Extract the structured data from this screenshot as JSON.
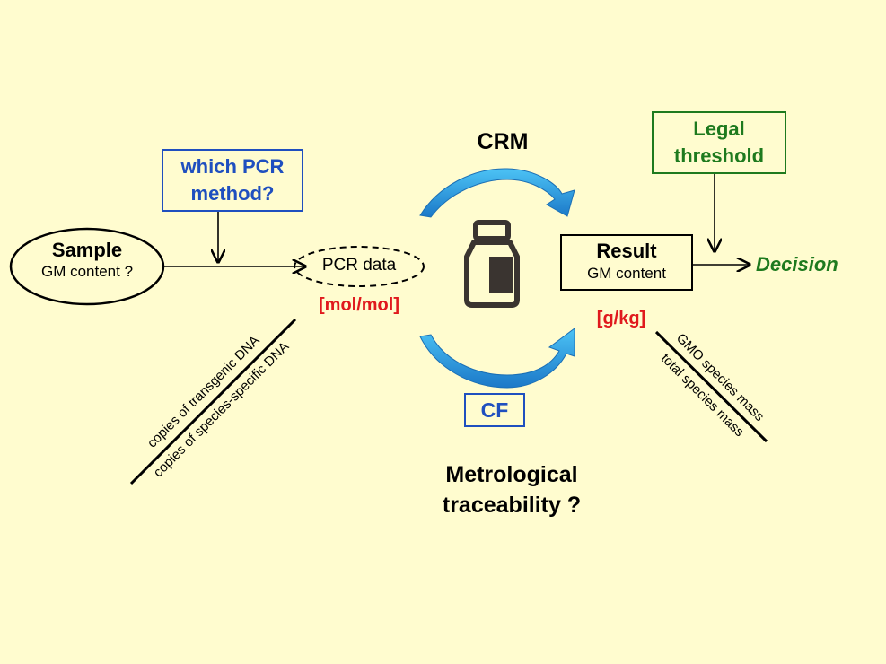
{
  "nodes": {
    "sample": {
      "title": "Sample",
      "subtitle": "GM content ?"
    },
    "pcr_question": {
      "line1": "which PCR",
      "line2": "method?"
    },
    "pcr_data": {
      "label": "PCR data"
    },
    "mol_unit": "[mol/mol]",
    "crm": "CRM",
    "cf": "CF",
    "result": {
      "title": "Result",
      "subtitle": "GM content"
    },
    "gkg_unit": "[g/kg]",
    "legal": {
      "line1": "Legal",
      "line2": "threshold"
    },
    "decision": "Decision",
    "traceability": {
      "line1": "Metrological",
      "line2": "traceability ?"
    }
  },
  "fractions": {
    "left": {
      "numerator": "copies of transgenic DNA",
      "denominator": "copies of species-specific DNA"
    },
    "right": {
      "numerator": "GMO species mass",
      "denominator": "total species mass"
    }
  },
  "colors": {
    "background": "#fffccf",
    "blue": "#1f4fbf",
    "green": "#1e7a1e",
    "red": "#e0191d",
    "arrow_fill": "#2aa3e0"
  },
  "icons": {
    "vial": "vial-icon"
  }
}
